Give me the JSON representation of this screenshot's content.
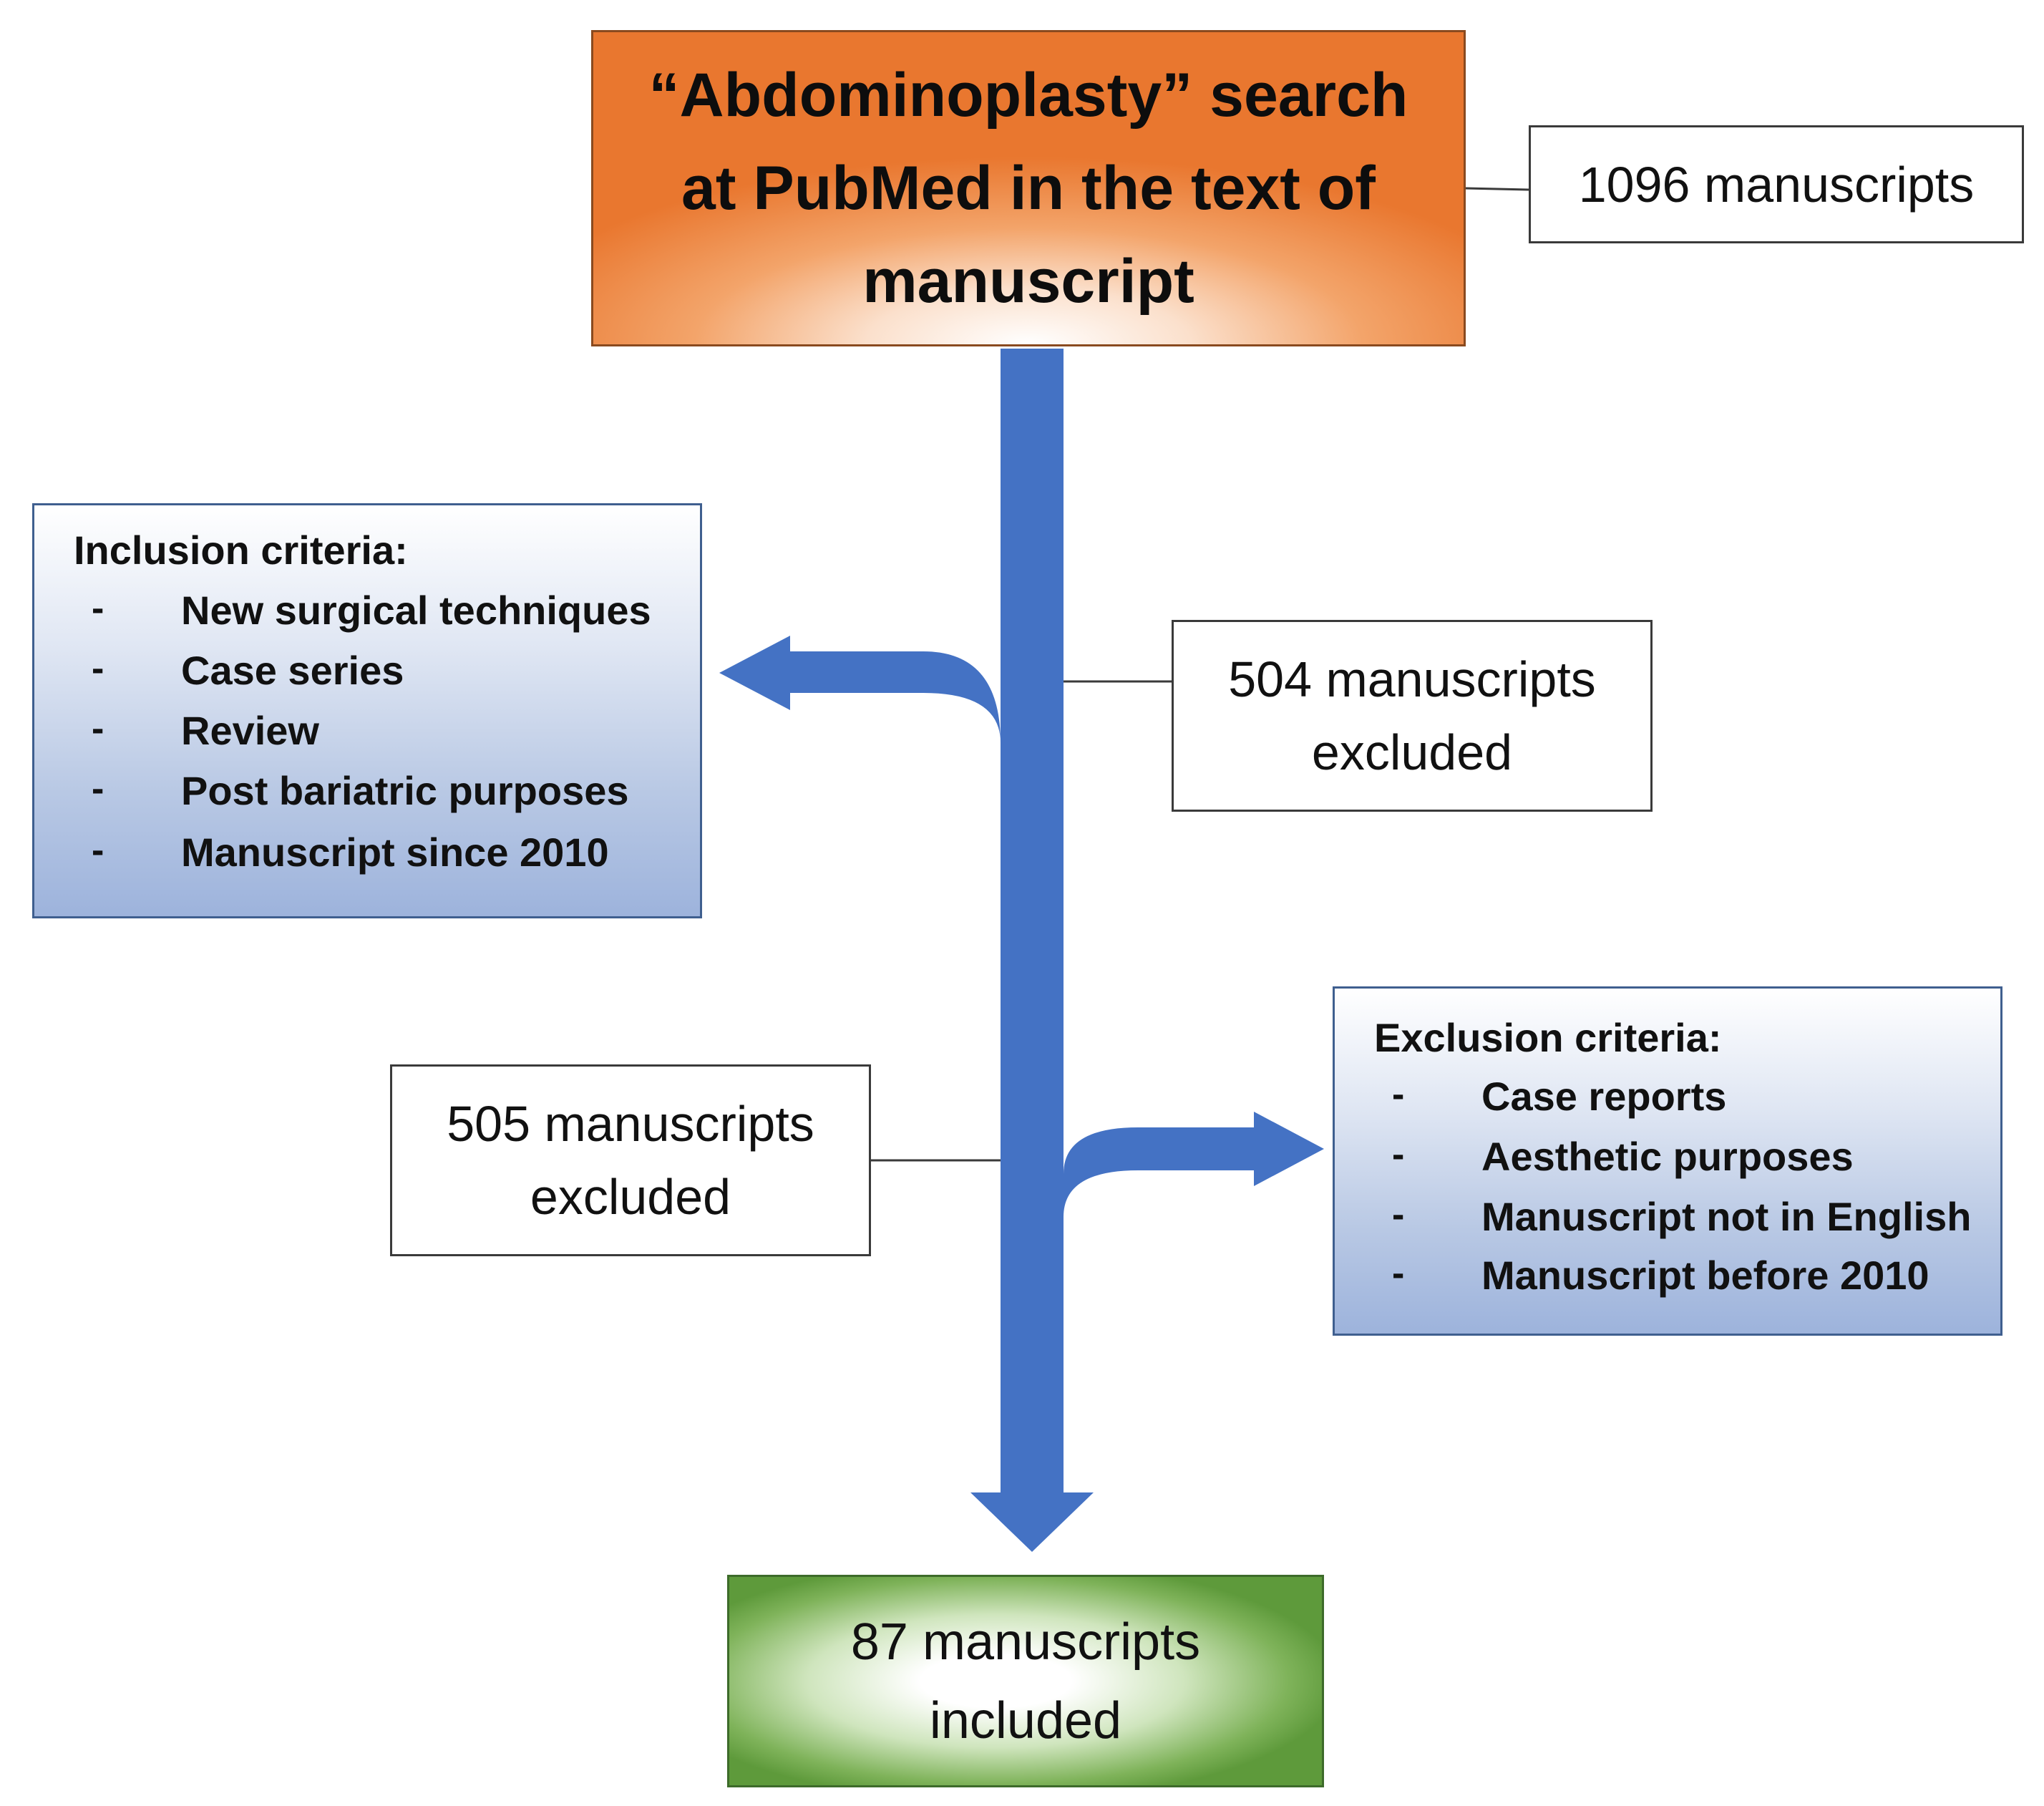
{
  "search": {
    "lines": [
      "“Abdominoplasty” search",
      "at PubMed in the text of",
      "manuscript"
    ]
  },
  "total": {
    "label": "1096 manuscripts"
  },
  "excluded_504": {
    "lines": [
      "504 manuscripts",
      "excluded"
    ]
  },
  "excluded_505": {
    "lines": [
      "505 manuscripts",
      "excluded"
    ]
  },
  "inclusion": {
    "title": "Inclusion criteria:",
    "items": [
      {
        "dash": "-",
        "label": "New surgical techniques"
      },
      {
        "dash": "-",
        "label": "Case series"
      },
      {
        "dash": "-",
        "label": "Review"
      },
      {
        "dash": "-",
        "label": "Post bariatric purposes"
      },
      {
        "dash": "-",
        "label": "Manuscript since 2010"
      }
    ]
  },
  "exclusion": {
    "title": "Exclusion criteria:",
    "items": [
      {
        "dash": "-",
        "label": "Case reports"
      },
      {
        "dash": "-",
        "label": "Aesthetic purposes"
      },
      {
        "dash": "-",
        "label": "Manuscript not in English"
      },
      {
        "dash": "-",
        "label": "Manuscript before 2010"
      }
    ]
  },
  "included": {
    "lines": [
      "87 manuscripts",
      "included"
    ]
  },
  "colors": {
    "arrow": "#4472c4",
    "search_fill": "#ed7d31",
    "included_fill": "#70ad47",
    "criteria_fill": "#b4c7e7"
  }
}
